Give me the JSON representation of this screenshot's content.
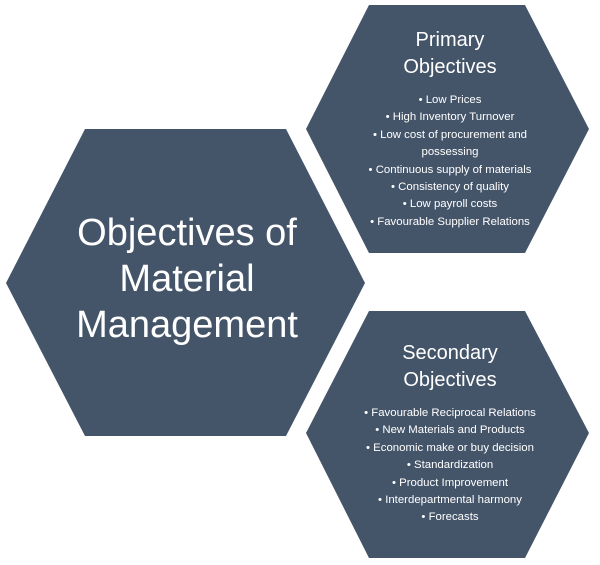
{
  "center": {
    "title_lines": [
      "Objectives of",
      "Material",
      "Management"
    ]
  },
  "primary": {
    "heading_lines": [
      "Primary",
      "Objectives"
    ],
    "items": [
      "Low Prices",
      "High Inventory Turnover",
      "Low cost of procurement and possessing",
      "Continuous supply of materials",
      "Consistency of quality",
      "Low payroll costs",
      "Favourable Supplier Relations"
    ]
  },
  "secondary": {
    "heading_lines": [
      "Secondary",
      "Objectives"
    ],
    "items": [
      "Favourable Reciprocal Relations",
      "New Materials and Products",
      "Economic make or buy decision",
      "Standardization",
      "Product Improvement",
      "Interdepartmental harmony",
      "Forecasts"
    ]
  },
  "colors": {
    "hexagon_fill": "#445469",
    "text": "#ffffff",
    "background": "#ffffff"
  }
}
